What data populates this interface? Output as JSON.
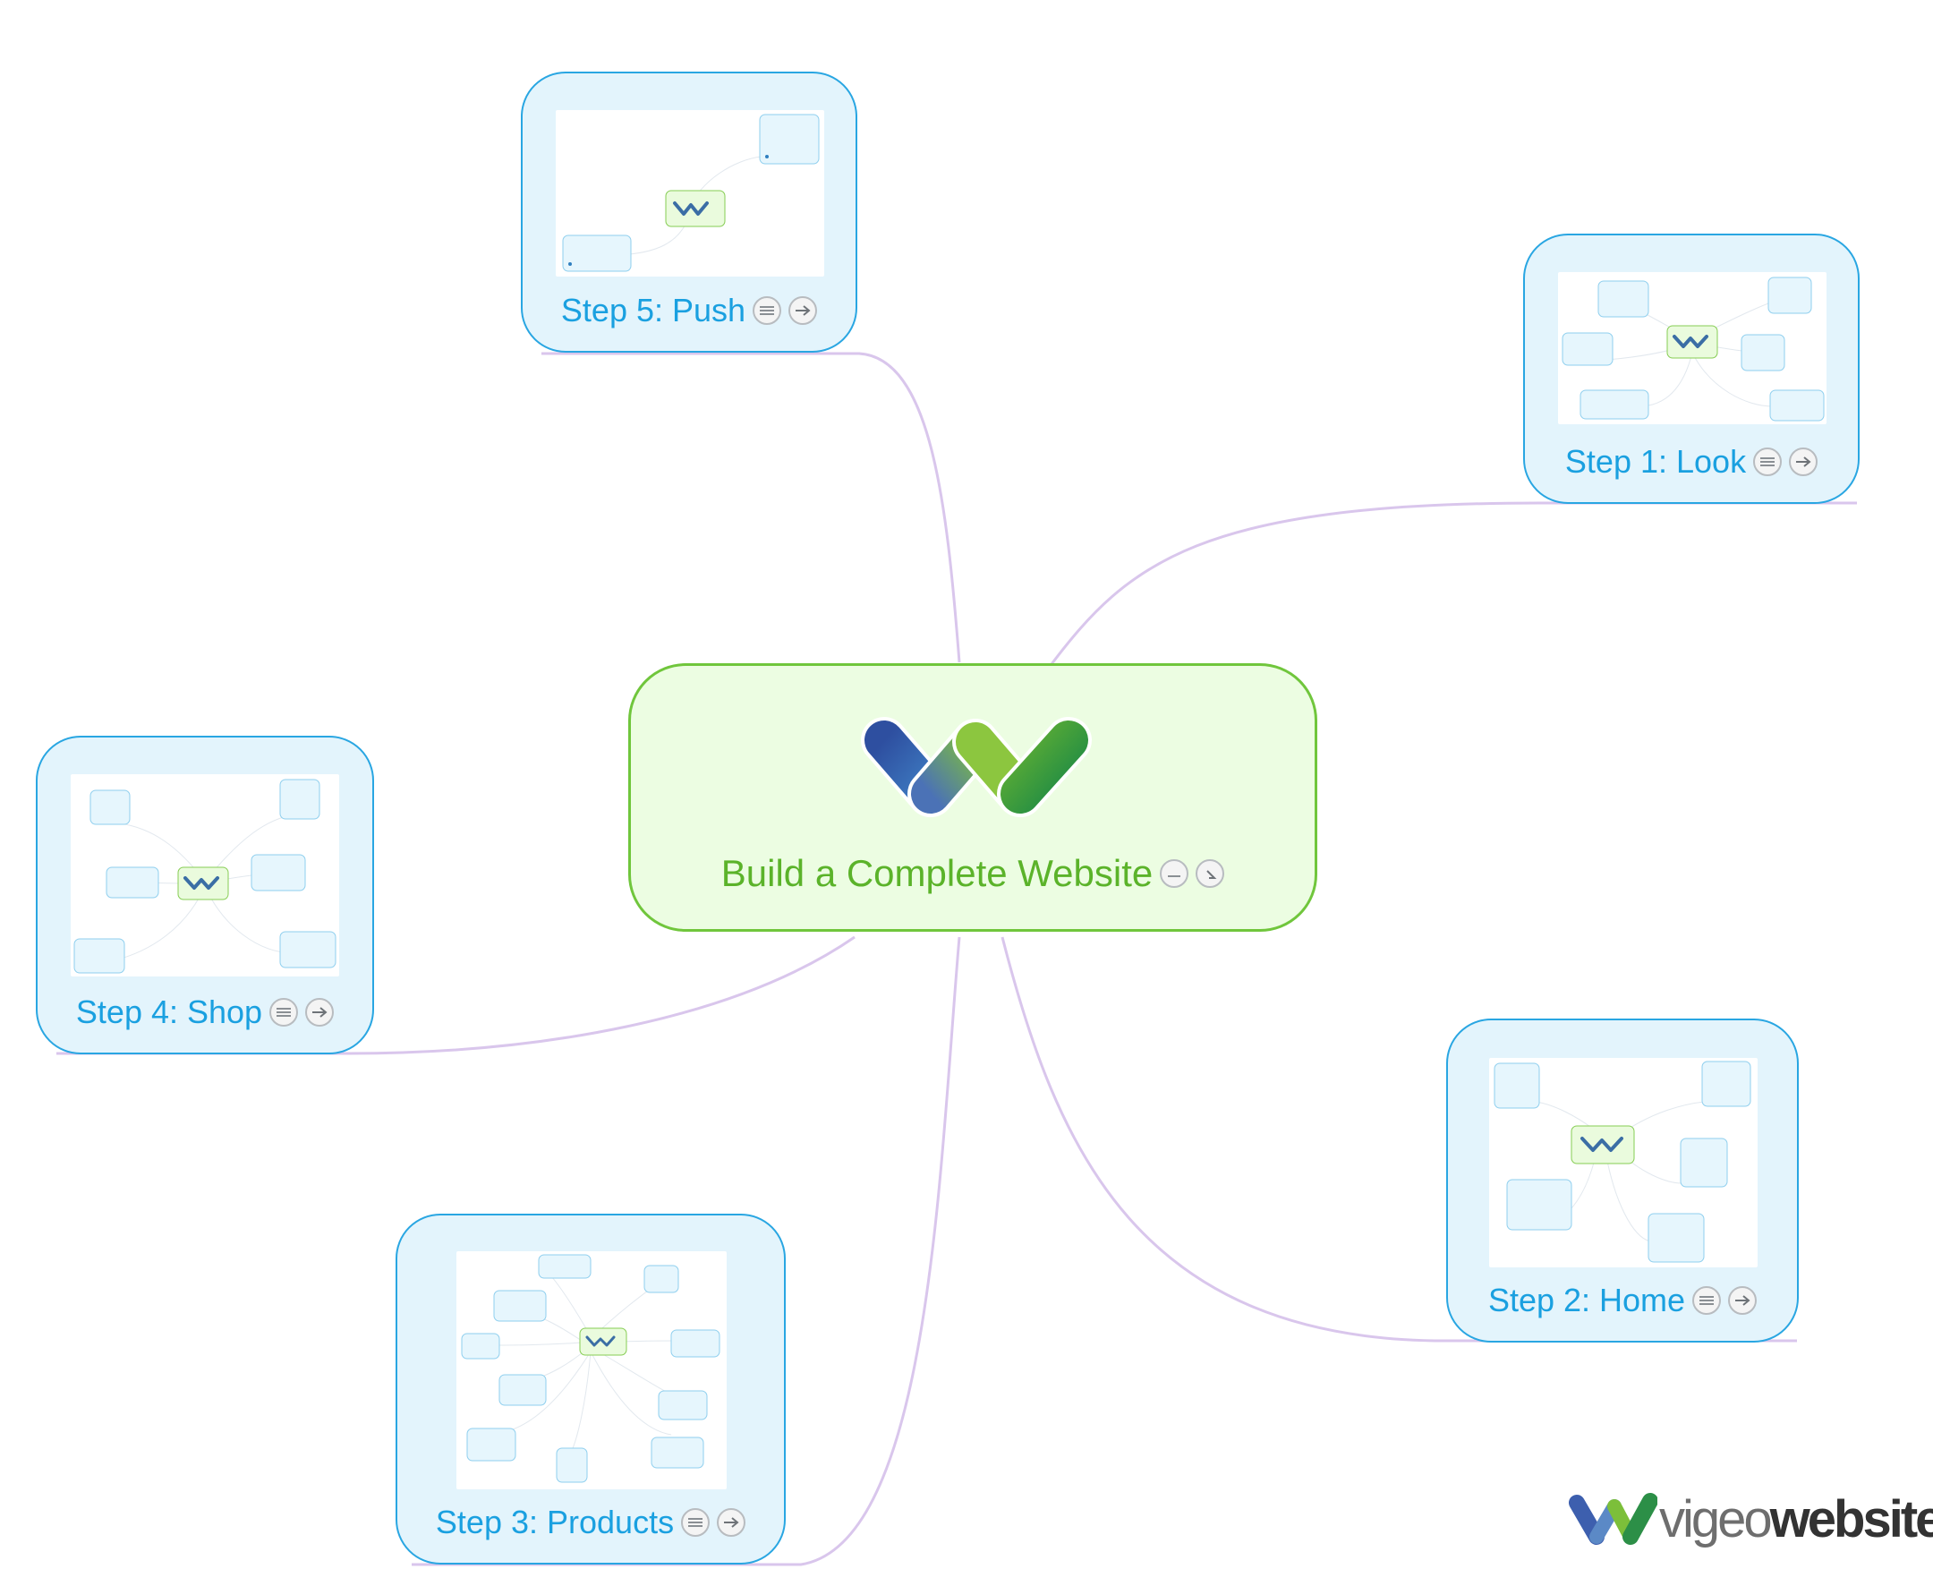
{
  "central": {
    "title": "Build a Complete Website",
    "notes_icon": "notes-icon",
    "link_icon": "link-icon"
  },
  "steps": [
    {
      "label": "Step 1: Look"
    },
    {
      "label": "Step 2: Home"
    },
    {
      "label": "Step 3: Products"
    },
    {
      "label": "Step 4: Shop"
    },
    {
      "label": "Step 5: Push"
    }
  ],
  "brand": {
    "prefix": "vigeo",
    "suffix": "website"
  },
  "colors": {
    "step_border": "#29a6e2",
    "step_fill": "#e3f4fc",
    "step_text": "#1aa0e0",
    "central_border": "#70c63c",
    "central_fill": "#ecfde2",
    "central_text": "#5bb32a",
    "connector": "#d9c6ec"
  },
  "icons": {
    "notes": "notes-icon",
    "link": "arrow-right-icon",
    "logo": "w-logo-icon"
  }
}
